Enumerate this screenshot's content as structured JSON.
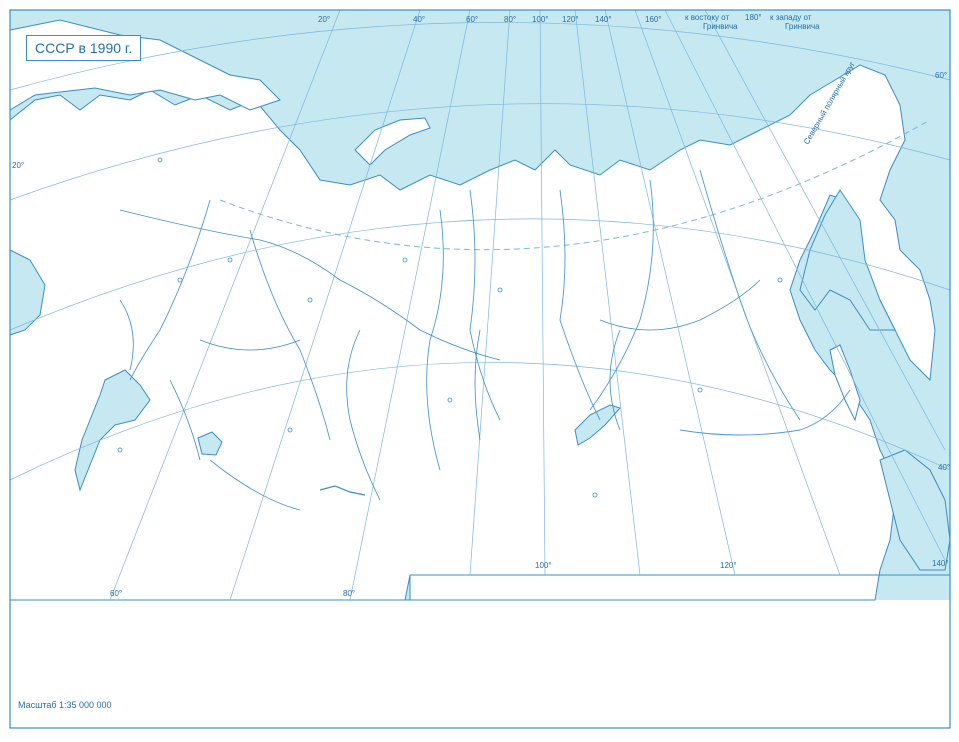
{
  "map": {
    "title": "СССР в 1990 г.",
    "scale": "Масштаб 1:35 000 000",
    "meridian_labels_top": [
      "20°",
      "40°",
      "60°",
      "80°",
      "100°",
      "120°",
      "140°",
      "160°"
    ],
    "dateline_note_east": "к востоку от",
    "dateline_note_180": "180°",
    "dateline_note_west": "к западу от",
    "greenwich_left": "Гринвича",
    "greenwich_right": "Гринвича",
    "arctic_circle": "Северный полярный круг",
    "meridian_labels_bottom": [
      "60°",
      "80°",
      "100°",
      "120°",
      "140°"
    ],
    "parallel_labels_left": [
      "20°"
    ],
    "parallel_labels_right": [
      "60°",
      "40°"
    ],
    "colors": {
      "sea": "#c5e8f1",
      "line": "#3b8ec4",
      "land": "#ffffff",
      "river": "#4f9bd0"
    }
  }
}
